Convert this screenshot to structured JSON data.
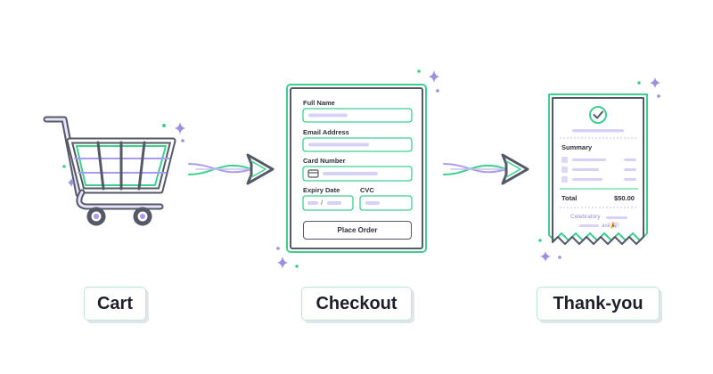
{
  "steps": [
    {
      "label": "Cart"
    },
    {
      "label": "Checkout"
    },
    {
      "label": "Thank-you"
    }
  ],
  "checkout_form": {
    "full_name_label": "Full Name",
    "email_label": "Email Address",
    "card_label": "Card Number",
    "expiry_label": "Expiry Date",
    "cvc_label": "CVC",
    "expiry_separator": "/",
    "place_order_label": "Place Order"
  },
  "receipt": {
    "summary_label": "Summary",
    "total_label": "Total",
    "total_value": "$50.00",
    "footer_line1": "Celebratory",
    "footer_line2": "asil🎉!"
  },
  "colors": {
    "outline": "#555866",
    "accent_green": "#3ccf8e",
    "accent_purple": "#a79bf2",
    "placeholder": "#d6d1f6",
    "sparkle": "#9b8fe0"
  },
  "icons": [
    "shopping-cart-icon",
    "checkmark-icon",
    "card-icon",
    "sparkle-icon",
    "arrow-icon"
  ]
}
